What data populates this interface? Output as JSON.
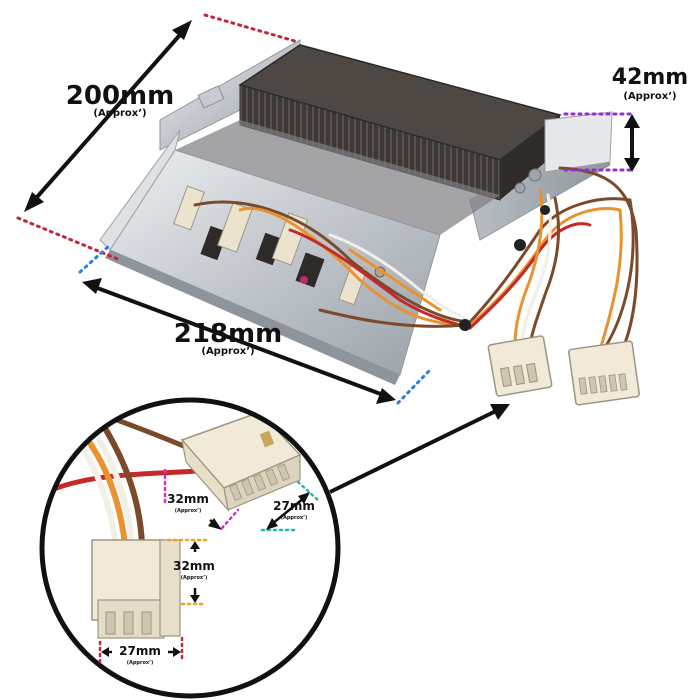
{
  "dimensions": {
    "width": {
      "value": "200mm",
      "note": "(Approx’)"
    },
    "length": {
      "value": "218mm",
      "note": "(Approx’)"
    },
    "height": {
      "value": "42mm",
      "note": "(Approx’)"
    },
    "plug_large_height": {
      "value": "32mm",
      "note": "(Approx’)"
    },
    "plug_large_width": {
      "value": "27mm",
      "note": "(Approx’)"
    },
    "plug_small_height": {
      "value": "32mm",
      "note": "(Approx’)"
    },
    "plug_small_width": {
      "value": "27mm",
      "note": "(Approx’)"
    }
  },
  "colors": {
    "red_guide": "#c4253a",
    "blue_guide": "#2b7fe0",
    "purple_guide": "#9b2bd8",
    "magenta_guide": "#d42fc8",
    "teal_guide": "#22b7b0",
    "orange_guide": "#f0a020",
    "wire_red": "#c62828",
    "wire_orange": "#e9922f",
    "wire_brown": "#7a4a2a",
    "wire_white": "#f2efe6",
    "plug": "#f1ead8",
    "element": "#4a4541",
    "frame": "#cfd3d8"
  },
  "icons": [
    "heating-element-image",
    "connector-plug-image",
    "double-arrow-icon"
  ]
}
